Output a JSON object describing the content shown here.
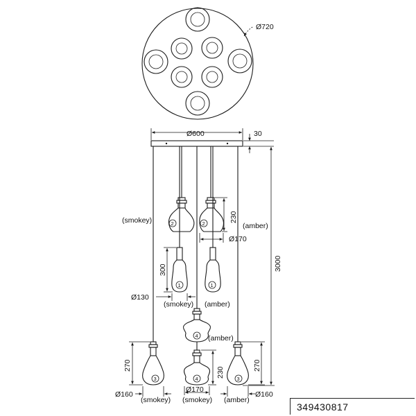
{
  "diagram": {
    "canopy_diameter": "Ø720",
    "plate_diameter": "Ø600",
    "plate_height": "30",
    "total_height": "3000",
    "lamp_2": {
      "height": "230",
      "width": "Ø170",
      "finish_left": "(smokey)",
      "finish_right": "(amber)"
    },
    "lamp_1": {
      "height": "300",
      "width": "Ø130",
      "finish_left": "(smokey)",
      "finish_right": "(amber)"
    },
    "lamp_4": {
      "height": "230",
      "width": "Ø170",
      "finish_center_mid": "(amber)",
      "finish_center_low": "(smokey)"
    },
    "lamp_3": {
      "height_left": "270",
      "height_right": "270",
      "width_left": "Ø160",
      "width_right": "Ø160",
      "finish_left": "(smokey)",
      "finish_right": "(amber)"
    },
    "lamp_numbers": [
      "1",
      "2",
      "3",
      "4"
    ]
  },
  "product_code": "349430817"
}
